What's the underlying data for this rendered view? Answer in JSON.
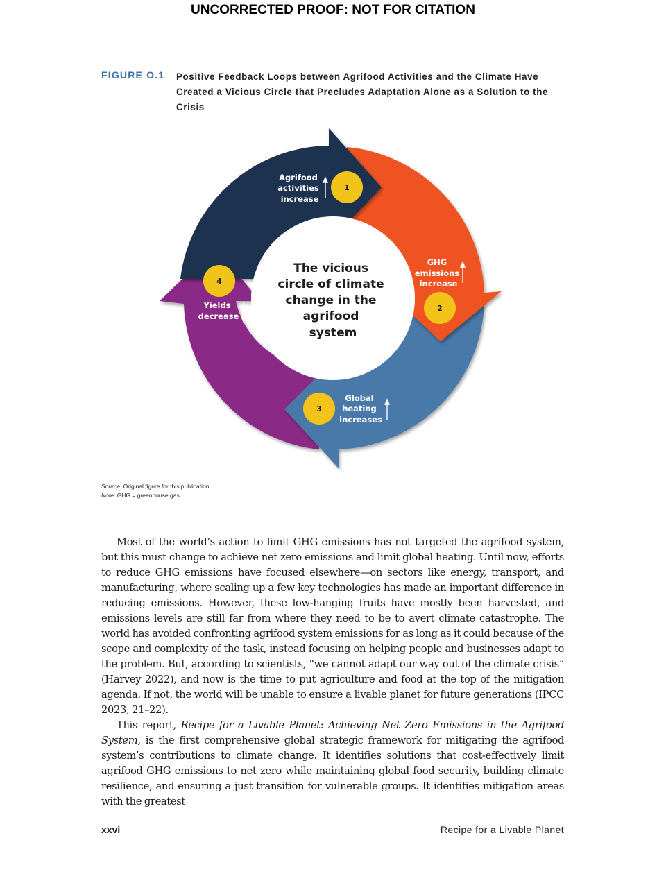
{
  "header": {
    "proof_notice": "UNCORRECTED PROOF: NOT FOR CITATION"
  },
  "figure": {
    "label": "FIGURE O.1",
    "title": "Positive Feedback Loops between Agrifood Activities and the Climate Have Created a Vicious Circle that Precludes Adaptation Alone as a Solution to the Crisis",
    "center_text": [
      "The vicious",
      "circle of climate",
      "change in the",
      "agrifood",
      "system"
    ],
    "segments": [
      {
        "number": "1",
        "label_lines": [
          "Agrifood",
          "activities",
          "increase"
        ],
        "direction": "up",
        "color": "#1f3050"
      },
      {
        "number": "2",
        "label_lines": [
          "GHG",
          "emissions",
          "increase"
        ],
        "direction": "up",
        "color": "#ef5322"
      },
      {
        "number": "3",
        "label_lines": [
          "Global",
          "heating",
          "increases"
        ],
        "direction": "up",
        "color": "#4a79a8"
      },
      {
        "number": "4",
        "label_lines": [
          "Yields",
          "decrease"
        ],
        "direction": "down",
        "color": "#8a2b86"
      }
    ],
    "badge_color": "#f2c318",
    "source_label": "Source",
    "source_text": ": Original figure for this publication.",
    "note_label": "Note",
    "note_text": ": GHG = greenhouse gas."
  },
  "body": {
    "paragraph1": "Most of the world’s action to limit GHG emissions has not targeted the agrifood system, but this must change to achieve net zero emissions and limit global heating. Until now, efforts to reduce GHG emissions have focused elsewhere—on sectors like energy, transport, and manufacturing, where scaling up a few key technologies has made an important difference in reducing emissions. However, these low-hanging fruits have mostly been harvested, and emissions levels are still far from where they need to be to avert climate catastrophe. The world has avoided confronting agrifood system emissions for as long as it could because of the scope and complexity of the task, instead focusing on helping people and businesses adapt to the problem. But, according to scientists, “we cannot adapt our way out of the climate crisis” (Harvey 2022), and now is the time to put agriculture and food at the top of the mitigation agenda. If not, the world will be unable to ensure a livable planet for future generations (IPCC 2023, 21–22).",
    "paragraph2_intro": "This report, ",
    "paragraph2_title": "Recipe for a Livable Planet",
    "paragraph2_colon": ": ",
    "paragraph2_subtitle": "Achieving Net Zero Emissions in the Agrifood System",
    "paragraph2_rest": ", is the first comprehensive global strategic framework for mitigating the agrifood system’s contributions to climate change. It identifies solutions that cost-effectively limit agrifood GHG emissions to net zero while maintaining global food security, building climate resilience, and ensuring a just transition for vulnerable groups. It identifies mitigation areas with the greatest"
  },
  "footer": {
    "page_number": "xxvi",
    "book_title": "Recipe for a Livable Planet"
  }
}
